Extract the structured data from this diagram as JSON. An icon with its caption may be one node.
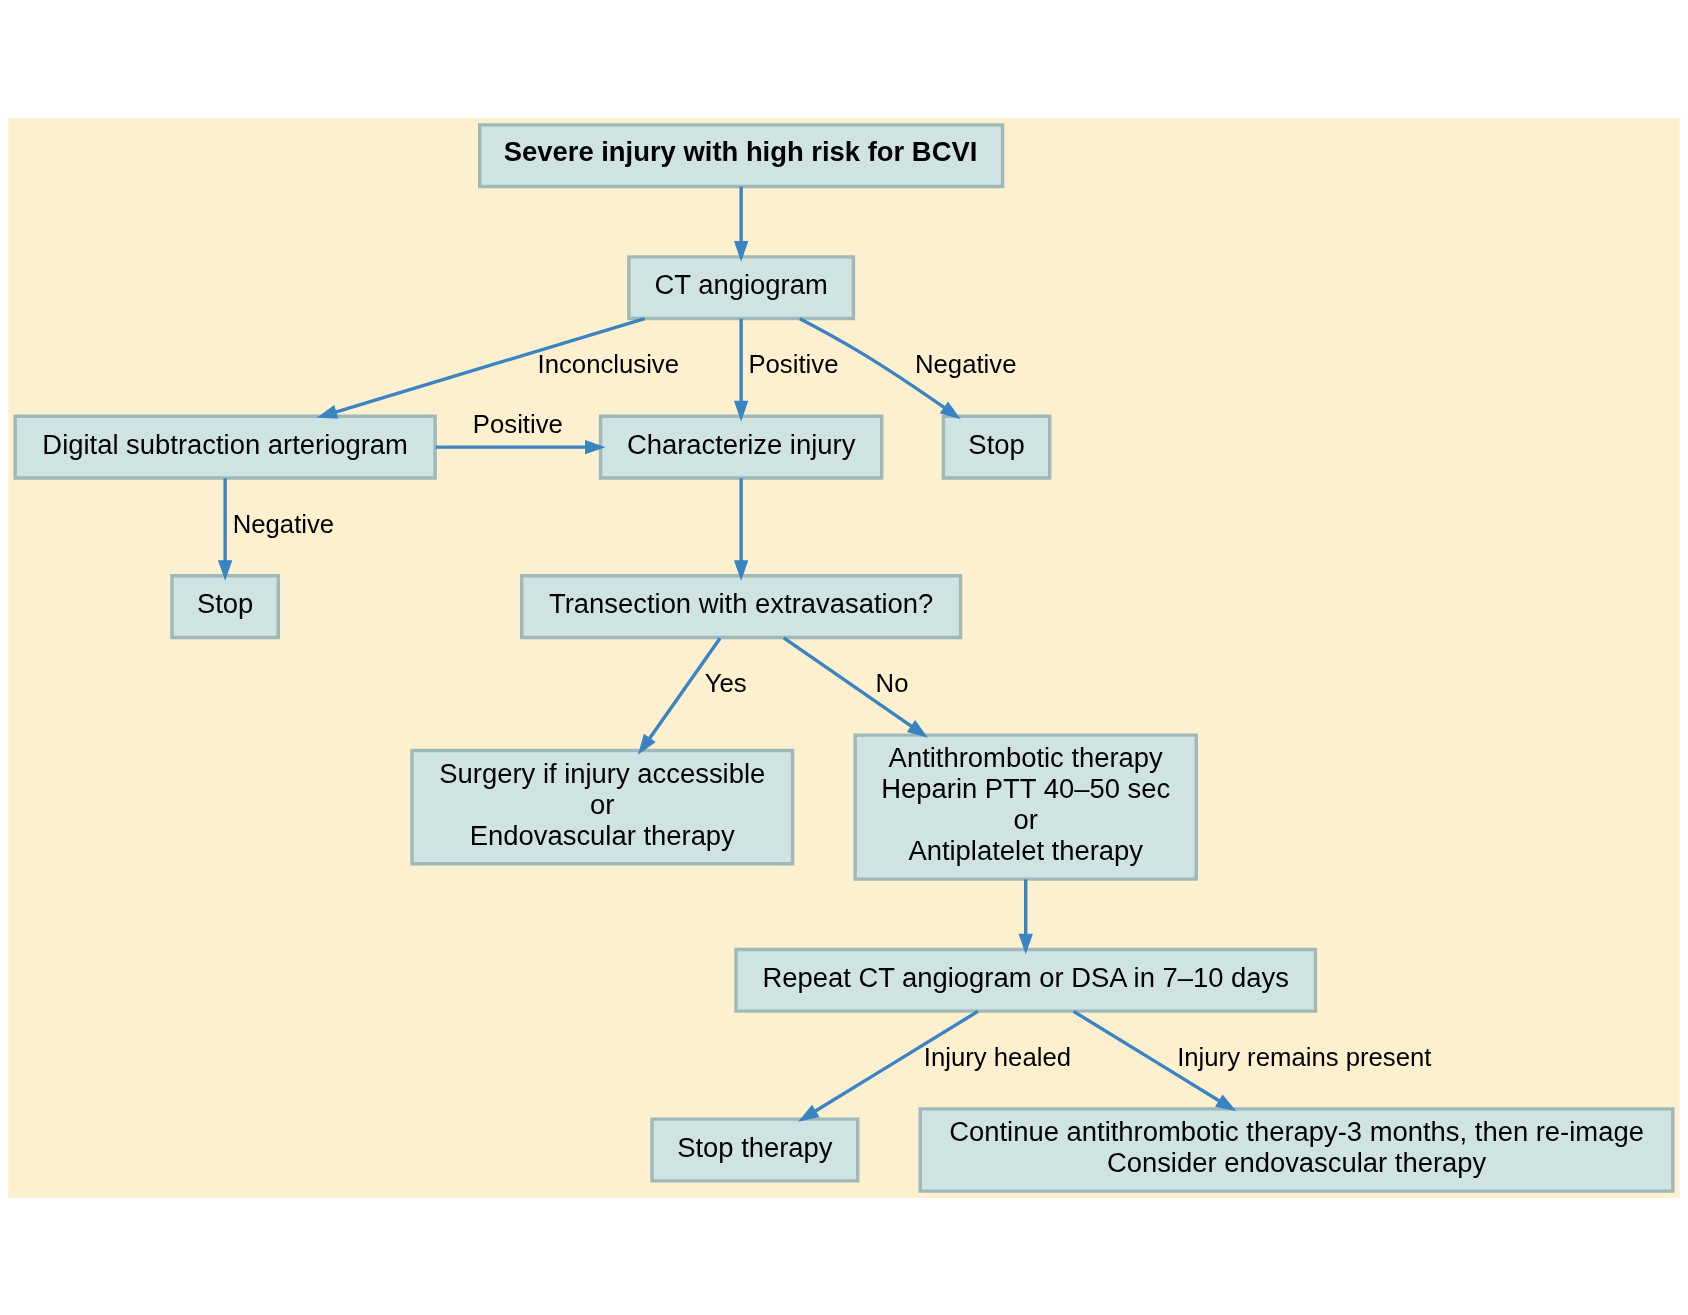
{
  "diagram": {
    "nodes": [
      {
        "text": [
          "Severe injury with high risk for BCVI"
        ]
      },
      {
        "text": [
          "CT angiogram"
        ]
      },
      {
        "text": [
          "Digital subtraction arteriogram"
        ]
      },
      {
        "text": [
          "Characterize injury"
        ]
      },
      {
        "text": [
          "Stop"
        ]
      },
      {
        "text": [
          "Stop"
        ]
      },
      {
        "text": [
          "Transection with extravasation?"
        ]
      },
      {
        "text": [
          "Surgery if injury accessible",
          "or",
          "Endovascular therapy"
        ]
      },
      {
        "text": [
          "Antithrombotic therapy",
          "Heparin PTT 40–50 sec",
          "or",
          "Antiplatelet therapy"
        ]
      },
      {
        "text": [
          "Repeat CT angiogram or DSA in 7–10 days"
        ]
      },
      {
        "text": [
          "Stop therapy"
        ]
      },
      {
        "text": [
          "Continue antithrombotic therapy-3 months, then re-image",
          "Consider endovascular therapy"
        ]
      }
    ],
    "edges": [
      {
        "from": 0,
        "to": 1,
        "arrow": "to"
      },
      {
        "from": 1,
        "to": 2,
        "arrow": "to",
        "label": "Inconclusive"
      },
      {
        "from": 1,
        "to": 3,
        "arrow": "to",
        "label": "Positive"
      },
      {
        "from": 1,
        "to": 4,
        "arrow": "to",
        "label": "Negative"
      },
      {
        "from": 2,
        "to": 3,
        "arrow": "to",
        "label": "Positive"
      },
      {
        "from": 2,
        "to": 5,
        "arrow": "to",
        "label": "Negative"
      },
      {
        "from": 3,
        "to": 6,
        "arrow": "to"
      },
      {
        "from": 6,
        "to": 7,
        "arrow": "to",
        "label": "Yes"
      },
      {
        "from": 6,
        "to": 8,
        "arrow": "to",
        "label": "No"
      },
      {
        "from": 8,
        "to": 9,
        "arrow": "to"
      },
      {
        "from": 9,
        "to": 10,
        "arrow": "to",
        "label": "Injury healed"
      },
      {
        "from": 9,
        "to": 11,
        "arrow": "to",
        "label": "Injury remains present"
      }
    ]
  }
}
